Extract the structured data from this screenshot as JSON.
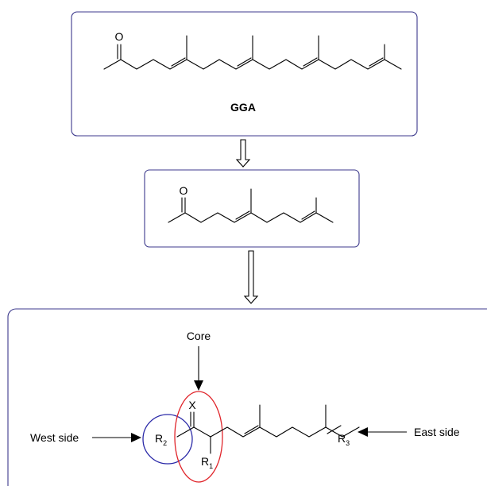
{
  "colors": {
    "box_border": "#3d3a8c",
    "west_circle": "#2b2aa8",
    "core_ellipse": "#e0242a",
    "ink": "#000000"
  },
  "top_compound": {
    "oxygen": "O",
    "name": "GGA"
  },
  "middle_compound": {
    "oxygen": "O"
  },
  "general_structure": {
    "core_label": "Core",
    "west_label": "West side",
    "east_label": "East side",
    "x_atom": "X",
    "r1": {
      "symbol": "R",
      "subscript": "1"
    },
    "r2": {
      "symbol": "R",
      "subscript": "2"
    },
    "r3": {
      "symbol": "R",
      "subscript": "3"
    }
  },
  "icons": [
    "hollow-down-arrow-icon",
    "solid-right-arrow-icon",
    "solid-left-arrow-icon",
    "solid-down-arrow-icon"
  ]
}
